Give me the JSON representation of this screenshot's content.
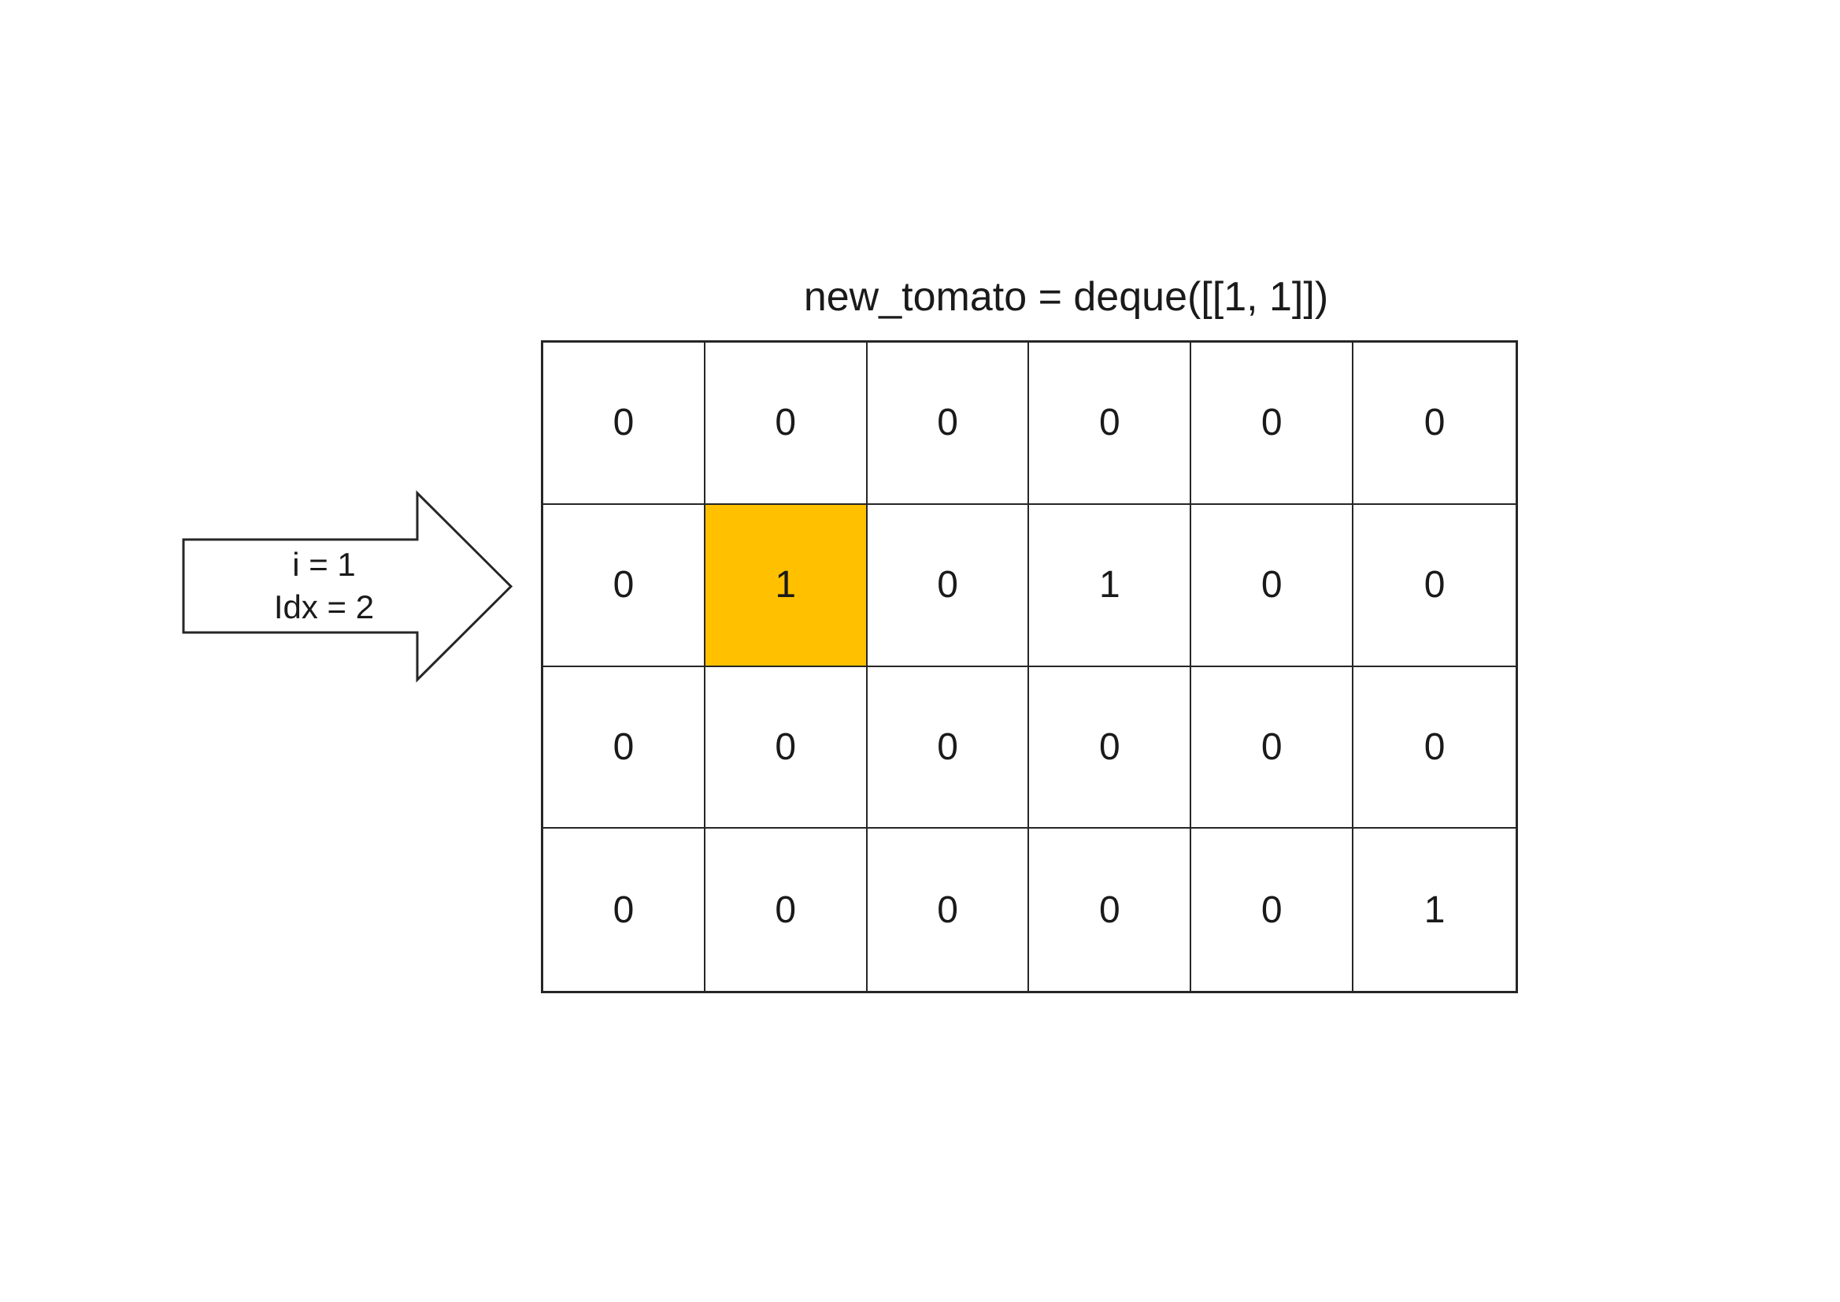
{
  "title": "new_tomato = deque([[1, 1]])",
  "arrow": {
    "line1": "i = 1",
    "line2": "Idx = 2"
  },
  "grid": {
    "rows": 4,
    "cols": 6,
    "values": [
      [
        0,
        0,
        0,
        0,
        0,
        0
      ],
      [
        0,
        1,
        0,
        1,
        0,
        0
      ],
      [
        0,
        0,
        0,
        0,
        0,
        0
      ],
      [
        0,
        0,
        0,
        0,
        0,
        1
      ]
    ],
    "highlight": {
      "row": 1,
      "col": 1,
      "color": "#ffc000"
    }
  },
  "colors": {
    "background": "#ffffff",
    "line": "#262626",
    "text": "#1a1a1a",
    "highlight": "#ffc000"
  }
}
